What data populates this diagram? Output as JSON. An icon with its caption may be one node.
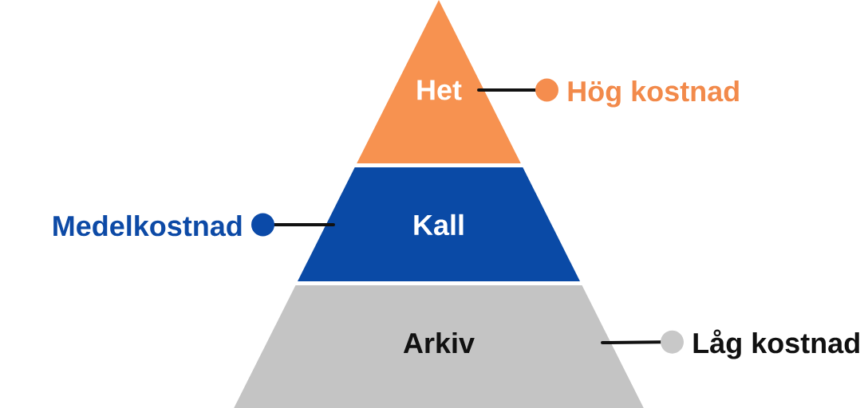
{
  "diagram": {
    "nodes": [
      {
        "text": [
          "Het"
        ]
      },
      {
        "text": [
          "Hög kostnad"
        ]
      },
      {
        "text": [
          "Medelkostnad"
        ]
      },
      {
        "text": [
          "Kall"
        ]
      },
      {
        "text": [
          "Arkiv"
        ]
      },
      {
        "text": [
          "Låg kostnad"
        ]
      }
    ],
    "edges": [
      {
        "from": 1,
        "to": 0,
        "arrow": "other"
      },
      {
        "from": 2,
        "to": 3,
        "arrow": "other"
      },
      {
        "from": 5,
        "to": 4,
        "arrow": "other"
      }
    ]
  }
}
